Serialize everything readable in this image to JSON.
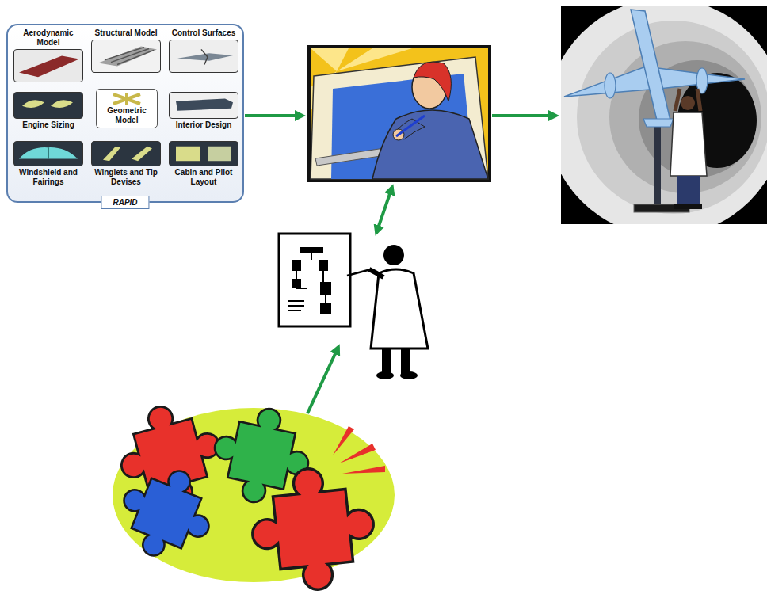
{
  "diagram": {
    "nodes": [
      {
        "text": [
          "RAPID"
        ]
      },
      {
        "text": [
          "Aerodynamic Model"
        ],
        "in": 0
      },
      {
        "text": [
          "Structural Model"
        ],
        "in": 0
      },
      {
        "text": [
          "Control Surfaces"
        ],
        "in": 0
      },
      {
        "text": [
          "Engine Sizing"
        ],
        "in": 0
      },
      {
        "text": [
          "Geometric Model"
        ],
        "in": 0
      },
      {
        "text": [
          "Interior Design"
        ],
        "in": 0
      },
      {
        "text": [
          "Windshield and Fairings"
        ],
        "in": 0
      },
      {
        "text": [
          "Winglets and Tip Devises"
        ],
        "in": 0
      },
      {
        "text": [
          "Cabin and Pilot Layout"
        ],
        "in": 0
      }
    ],
    "edges": [
      {
        "from": 5,
        "to": 1,
        "arrow": "to"
      },
      {
        "from": 5,
        "to": 2,
        "arrow": "to"
      },
      {
        "from": 2,
        "to": 3,
        "arrow": "to"
      },
      {
        "from": 5,
        "to": 4,
        "arrow": "to"
      },
      {
        "from": 5,
        "to": 6,
        "arrow": "to"
      },
      {
        "from": 5,
        "to": 7,
        "arrow": "to"
      },
      {
        "from": 5,
        "to": 8,
        "arrow": "to"
      },
      {
        "from": 5,
        "to": 9,
        "arrow": "to"
      }
    ]
  }
}
